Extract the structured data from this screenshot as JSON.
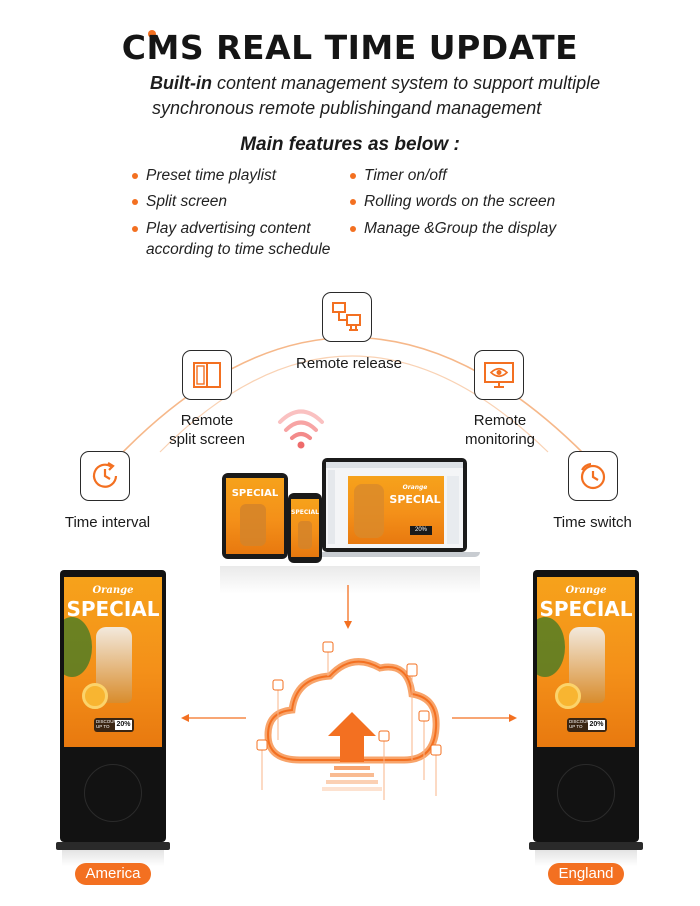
{
  "header": {
    "title": "CMS REAL TIME UPDATE",
    "subtitle_bold": "Built-in",
    "subtitle_rest": " content management system to support multiple",
    "subtitle_line2": "synchronous remote publishingand management"
  },
  "features": {
    "heading": "Main features as below :",
    "left": [
      "Preset time playlist",
      "Split screen",
      "Play advertising content",
      "according to time schedule"
    ],
    "right": [
      "Timer on/off",
      "Rolling words on the screen",
      "Manage &Group the display"
    ]
  },
  "functions": {
    "remote_release": "Remote release",
    "remote_split_1": "Remote",
    "remote_split_2": "split screen",
    "remote_monitor_1": "Remote",
    "remote_monitor_2": "monitoring",
    "time_interval": "Time interval",
    "time_switch": "Time switch"
  },
  "devices": {
    "promo_word": "Orange",
    "promo_title": "SPECIAL",
    "discount_label": "DISCOUNT UP TO",
    "discount_value": "20%"
  },
  "regions": {
    "left": "America",
    "right": "England"
  },
  "colors": {
    "accent": "#f37021",
    "dark": "#151515"
  }
}
